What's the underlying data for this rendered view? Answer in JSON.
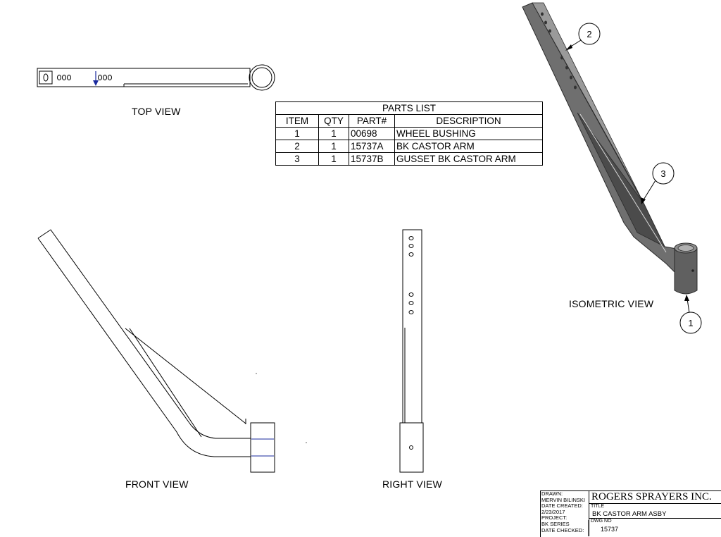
{
  "views": {
    "top": "TOP VIEW",
    "front": "FRONT VIEW",
    "right": "RIGHT VIEW",
    "isometric": "ISOMETRIC VIEW"
  },
  "parts_list": {
    "title": "PARTS LIST",
    "headers": [
      "ITEM",
      "QTY",
      "PART#",
      "DESCRIPTION"
    ],
    "rows": [
      [
        "1",
        "1",
        "00698",
        "WHEEL BUSHING"
      ],
      [
        "2",
        "1",
        "15737A",
        "BK CASTOR ARM"
      ],
      [
        "3",
        "1",
        "15737B",
        "GUSSET BK CASTOR ARM"
      ]
    ]
  },
  "balloons": [
    "1",
    "2",
    "3"
  ],
  "title_block": {
    "drawn_label": "DRAWN:",
    "drawn_by": "MERVIN BILINSKI",
    "date_created_label": "DATE CREATED:",
    "date_created": "2/23/2017",
    "project_label": "PROJECT:",
    "project": "BK SERIES",
    "date_checked_label": "DATE CHECKED:",
    "company": "ROGERS SPRAYERS INC.",
    "title_label": "TITLE",
    "title": "BK CASTOR ARM ASBY",
    "dwg_no_label": "DWG NO",
    "dwg_no": "15737"
  },
  "colors": {
    "line": "#000000",
    "accent": "#1a2a9e"
  }
}
